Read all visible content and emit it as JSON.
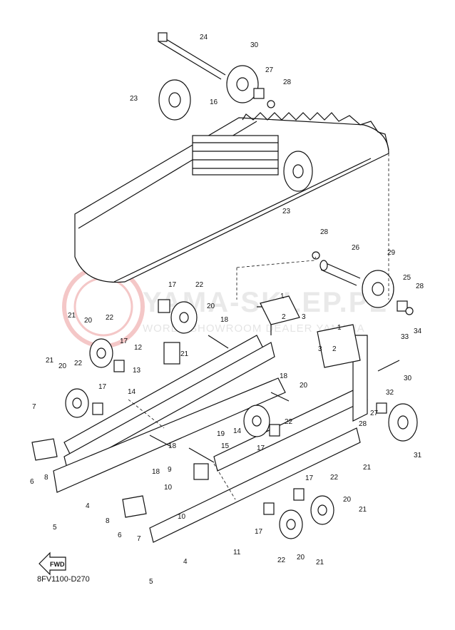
{
  "diagram_code": "8FV1100-D270",
  "watermark": {
    "main": "YAMA-SKLEP.PL",
    "sub": "WORLD SHOWROOM DEALER YAMAHA"
  },
  "fwd_label": "FWD",
  "callouts": [
    "24",
    "30",
    "27",
    "28",
    "23",
    "16",
    "23",
    "28",
    "26",
    "29",
    "25",
    "28",
    "17",
    "22",
    "1",
    "2",
    "3",
    "20",
    "18",
    "21",
    "20",
    "22",
    "1",
    "33",
    "34",
    "12",
    "21",
    "3",
    "2",
    "17",
    "21",
    "20",
    "22",
    "13",
    "14",
    "17",
    "18",
    "32",
    "30",
    "20",
    "7",
    "22",
    "27",
    "28",
    "19",
    "14",
    "15",
    "17",
    "18",
    "8",
    "6",
    "18",
    "9",
    "21",
    "17",
    "22",
    "10",
    "4",
    "8",
    "6",
    "7",
    "10",
    "5",
    "20",
    "21",
    "17",
    "11",
    "22",
    "20",
    "21",
    "4",
    "5",
    "31"
  ]
}
